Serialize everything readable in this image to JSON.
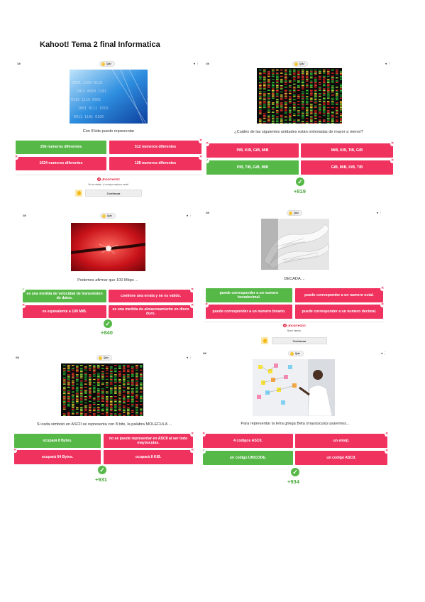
{
  "document": {
    "title": "Kahoot! Tema 2 final Informatica"
  },
  "colors": {
    "red": "#f0325f",
    "green": "#56b847",
    "score": "#4aa83b",
    "error": "#e21b3c"
  },
  "icons": {
    "quiz": "lightbulb-icon",
    "correct": "check-icon",
    "wrong": "x-icon"
  },
  "cards": [
    {
      "counter": "1/6",
      "quiz_label": "Quiz",
      "question": "Con 8 bits puedo representar",
      "answers": [
        {
          "text": "256 numeros diferentes",
          "state": "correct-shown"
        },
        {
          "text": "512 numeros diferentes",
          "state": "wrong"
        },
        {
          "text": "1024 numeros diferentes",
          "state": "wrong"
        },
        {
          "text": "128 numeros diferentes",
          "state": "wrong"
        }
      ],
      "feedback": "¡Incorrecto!",
      "note": "No te rindas, ¡Lo mejor está por venir!",
      "button": "Continuar"
    },
    {
      "counter": "2/6",
      "quiz_label": "Quiz",
      "question": "¿Cuáles de las siguientes unidades están ordenadas de mayor a menor?",
      "answers": [
        {
          "text": "PiB, KiB, GiB, MiB",
          "state": "wrong"
        },
        {
          "text": "MiB, KiB, TiB, GiB",
          "state": "wrong"
        },
        {
          "text": "PiB, TiB, GiB, MiB",
          "state": "correct"
        },
        {
          "text": "GiB, MiB, KiB, TiB",
          "state": "wrong"
        }
      ],
      "score": "+819"
    },
    {
      "counter": "3/6",
      "quiz_label": "Quiz",
      "question": "Podemos afirmar que 100 Mbps ...",
      "answers": [
        {
          "text": "es una medida de velocidad de transmision de datos.",
          "state": "correct"
        },
        {
          "text": "contiene una errata y no es valido.",
          "state": "wrong"
        },
        {
          "text": "es equivalente a 100 MiB.",
          "state": "wrong"
        },
        {
          "text": "es una medida de almacenamiento en disco duro.",
          "state": "wrong"
        }
      ],
      "score": "+840"
    },
    {
      "counter": "4/6",
      "quiz_label": "Quiz",
      "question": "DECADA ...",
      "answers": [
        {
          "text": "puede corresponder a un numero hexadecimal.",
          "state": "correct-shown"
        },
        {
          "text": "puede corresponder a un numero octal.",
          "state": "wrong"
        },
        {
          "text": "puede corresponder a un numero binario.",
          "state": "wrong"
        },
        {
          "text": "puede corresponder a un numero decimal.",
          "state": "wrong"
        }
      ],
      "feedback": "¡Incorrecto!",
      "note": "Buen intento.",
      "button": "Continuar"
    },
    {
      "counter": "5/6",
      "quiz_label": "Quiz",
      "question": "Si cada simbolo en ASCII se representa con 8 bits, la palabra MOLECULA ...",
      "answers": [
        {
          "text": "ocupará 8 Bytes.",
          "state": "correct"
        },
        {
          "text": "no se puede representar en ASCII al ser todo mayúsculas.",
          "state": "wrong"
        },
        {
          "text": "ocupará 64 Bytes.",
          "state": "wrong"
        },
        {
          "text": "ocupará 8 KiB.",
          "state": "wrong"
        }
      ],
      "score": "+931"
    },
    {
      "counter": "6/6",
      "quiz_label": "Quiz",
      "question": "Para representar la letra griega Beta (mayúscula) usaremos...",
      "answers": [
        {
          "text": "4 codigos ASCII.",
          "state": "wrong"
        },
        {
          "text": "un emoji.",
          "state": "wrong"
        },
        {
          "text": "un codigo UNICODE.",
          "state": "correct"
        },
        {
          "text": "un codigo ASCII.",
          "state": "wrong"
        }
      ],
      "score": "+934"
    }
  ]
}
